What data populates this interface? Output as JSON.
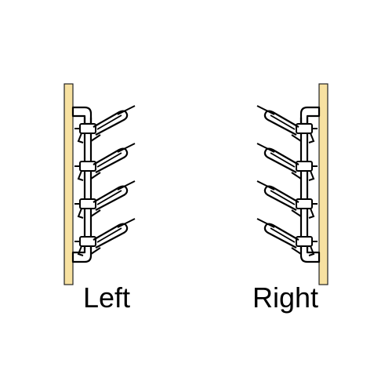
{
  "diagram": {
    "variants": [
      {
        "key": "left",
        "label": "Left",
        "side": "left"
      },
      {
        "key": "right",
        "label": "Right",
        "side": "right"
      }
    ],
    "rack_arm_count": 4,
    "colors": {
      "background": "#ffffff",
      "wall_fill": "#f7e1a1",
      "wall_stroke": "#222222",
      "rack_stroke": "#000000",
      "rack_fill": "#ffffff"
    }
  }
}
